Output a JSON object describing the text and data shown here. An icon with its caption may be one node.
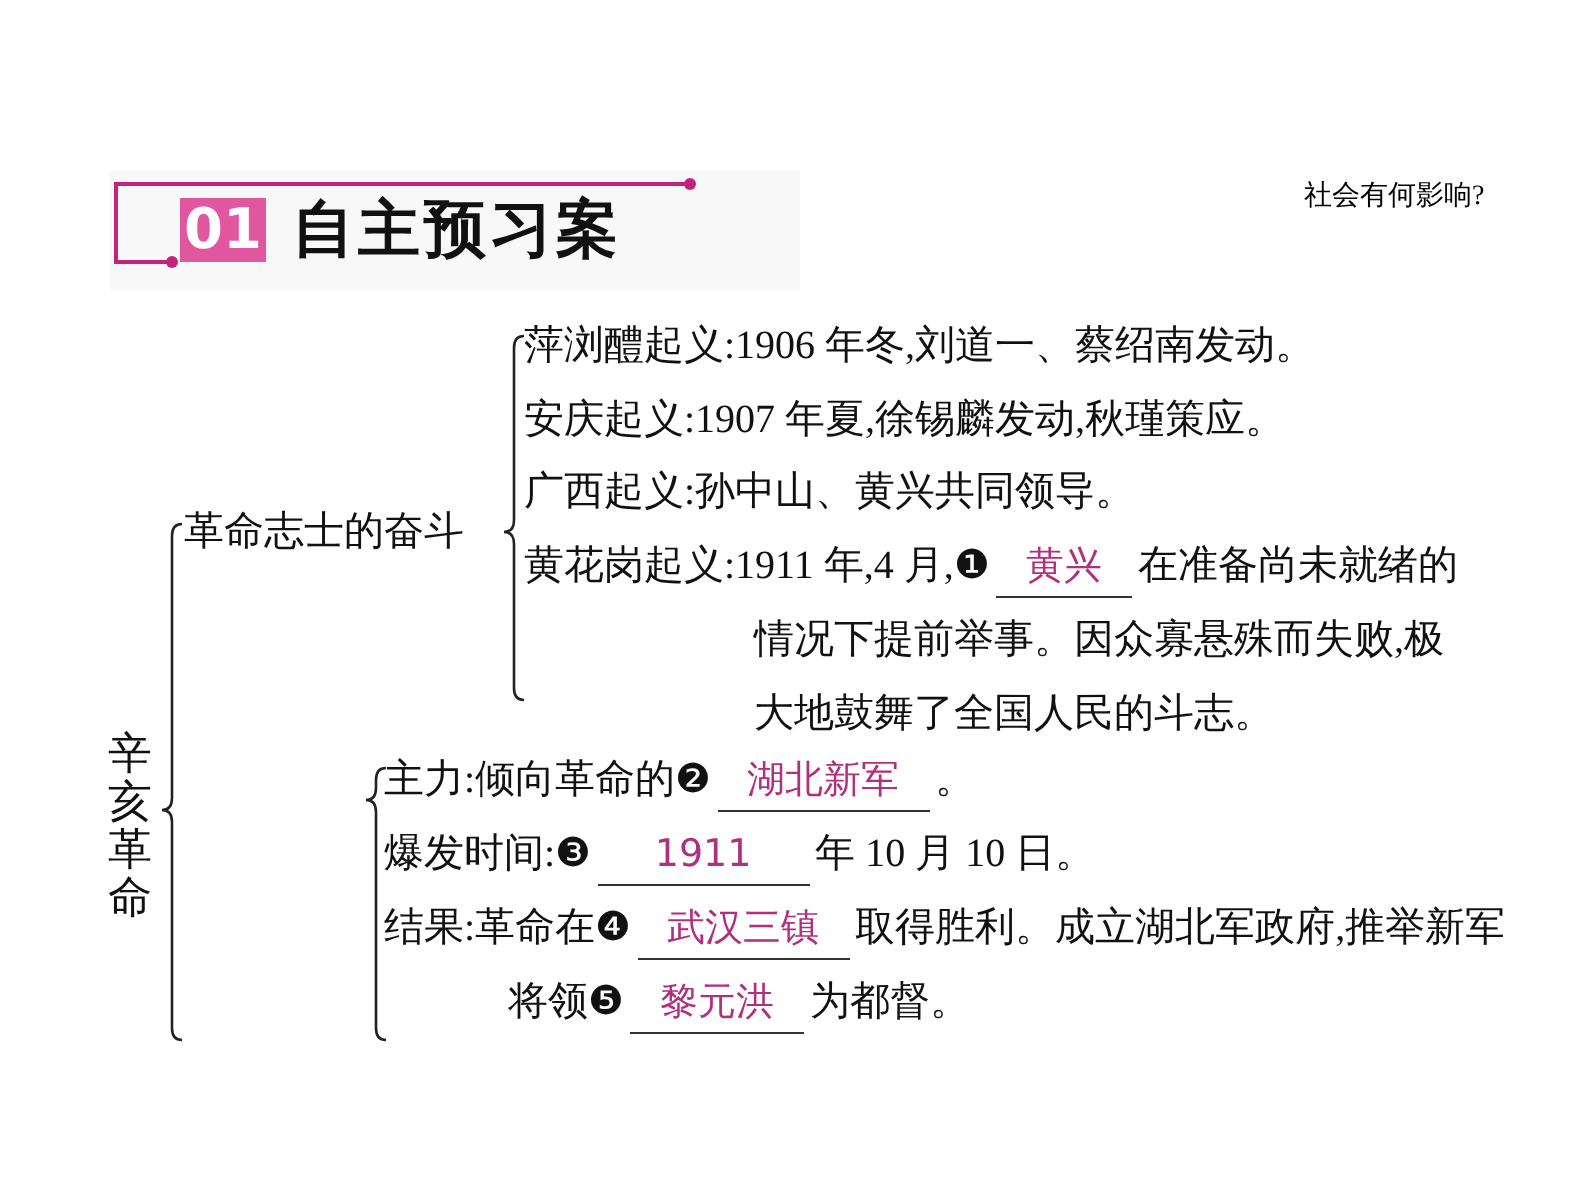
{
  "diagram": {
    "title": "自主预习案",
    "nodes": [
      {
        "text": [
          "辛亥革命"
        ]
      },
      {
        "text": [
          "革命志士的奋斗"
        ]
      },
      {
        "text": [
          "萍浏醴起义:1906 年冬,刘道一、蔡绍南发动。"
        ]
      },
      {
        "text": [
          "安庆起义:1907 年夏,徐锡麟发动,秋瑾策应。"
        ]
      },
      {
        "text": [
          "广西起义:孙中山、黄兴共同领导。"
        ]
      },
      {
        "text": [
          "黄花岗起义:1911 年,4 月,❶",
          "黄兴",
          "在准备尚未就绪的情况下提前举事。因众寡悬殊而失败,极大地鼓舞了全国人民的斗志。"
        ]
      },
      {
        "text": [
          "主力:倾向革命的❷",
          "湖北新军",
          "。"
        ]
      },
      {
        "text": [
          "爆发时间:❸",
          "1911",
          "年 10 月 10 日。"
        ]
      },
      {
        "text": [
          "结果:革命在❹",
          "武汉三镇",
          "取得胜利。成立湖北军政府,推举新军将领❺",
          "黎元洪",
          "为都督。"
        ]
      }
    ],
    "labels": [
      "01",
      "社会有何影响?"
    ]
  }
}
